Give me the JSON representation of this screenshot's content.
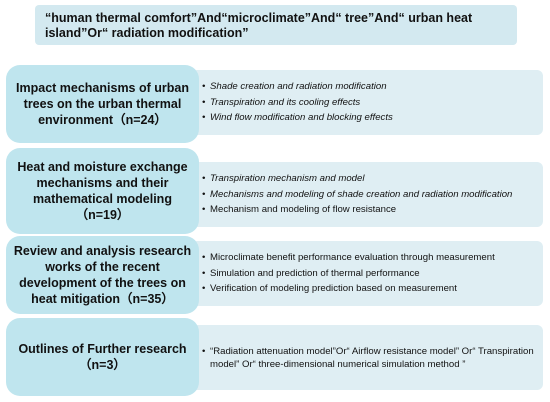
{
  "query": "“human thermal comfort”And“microclimate”And“ tree”And“ urban heat island”Or“ radiation modification”",
  "sections": [
    {
      "title": "Impact mechanisms of urban trees on the urban thermal environment（n=24）",
      "items": [
        "Shade creation and radiation modification",
        "Transpiration and its cooling effects",
        "Wind flow modification and blocking effects"
      ]
    },
    {
      "title": "Heat and moisture exchange mechanisms and their mathematical modeling （n=19）",
      "items": [
        "Transpiration mechanism and model",
        "Mechanisms and modeling of shade creation and radiation modification",
        "Mechanism and modeling of flow resistance"
      ]
    },
    {
      "title": "Review and analysis research works of the recent development of the trees on heat mitigation（n=35）",
      "items": [
        "Microclimate benefit performance evaluation through measurement",
        "Simulation and prediction of thermal performance",
        "Verification of modeling prediction based on measurement"
      ]
    },
    {
      "title": "Outlines of Further research （n=3）",
      "items": [
        "“Radiation attenuation model”Or“ Airflow resistance model” Or“ Transpiration model” Or“ three-dimensional numerical simulation method ”"
      ]
    }
  ]
}
